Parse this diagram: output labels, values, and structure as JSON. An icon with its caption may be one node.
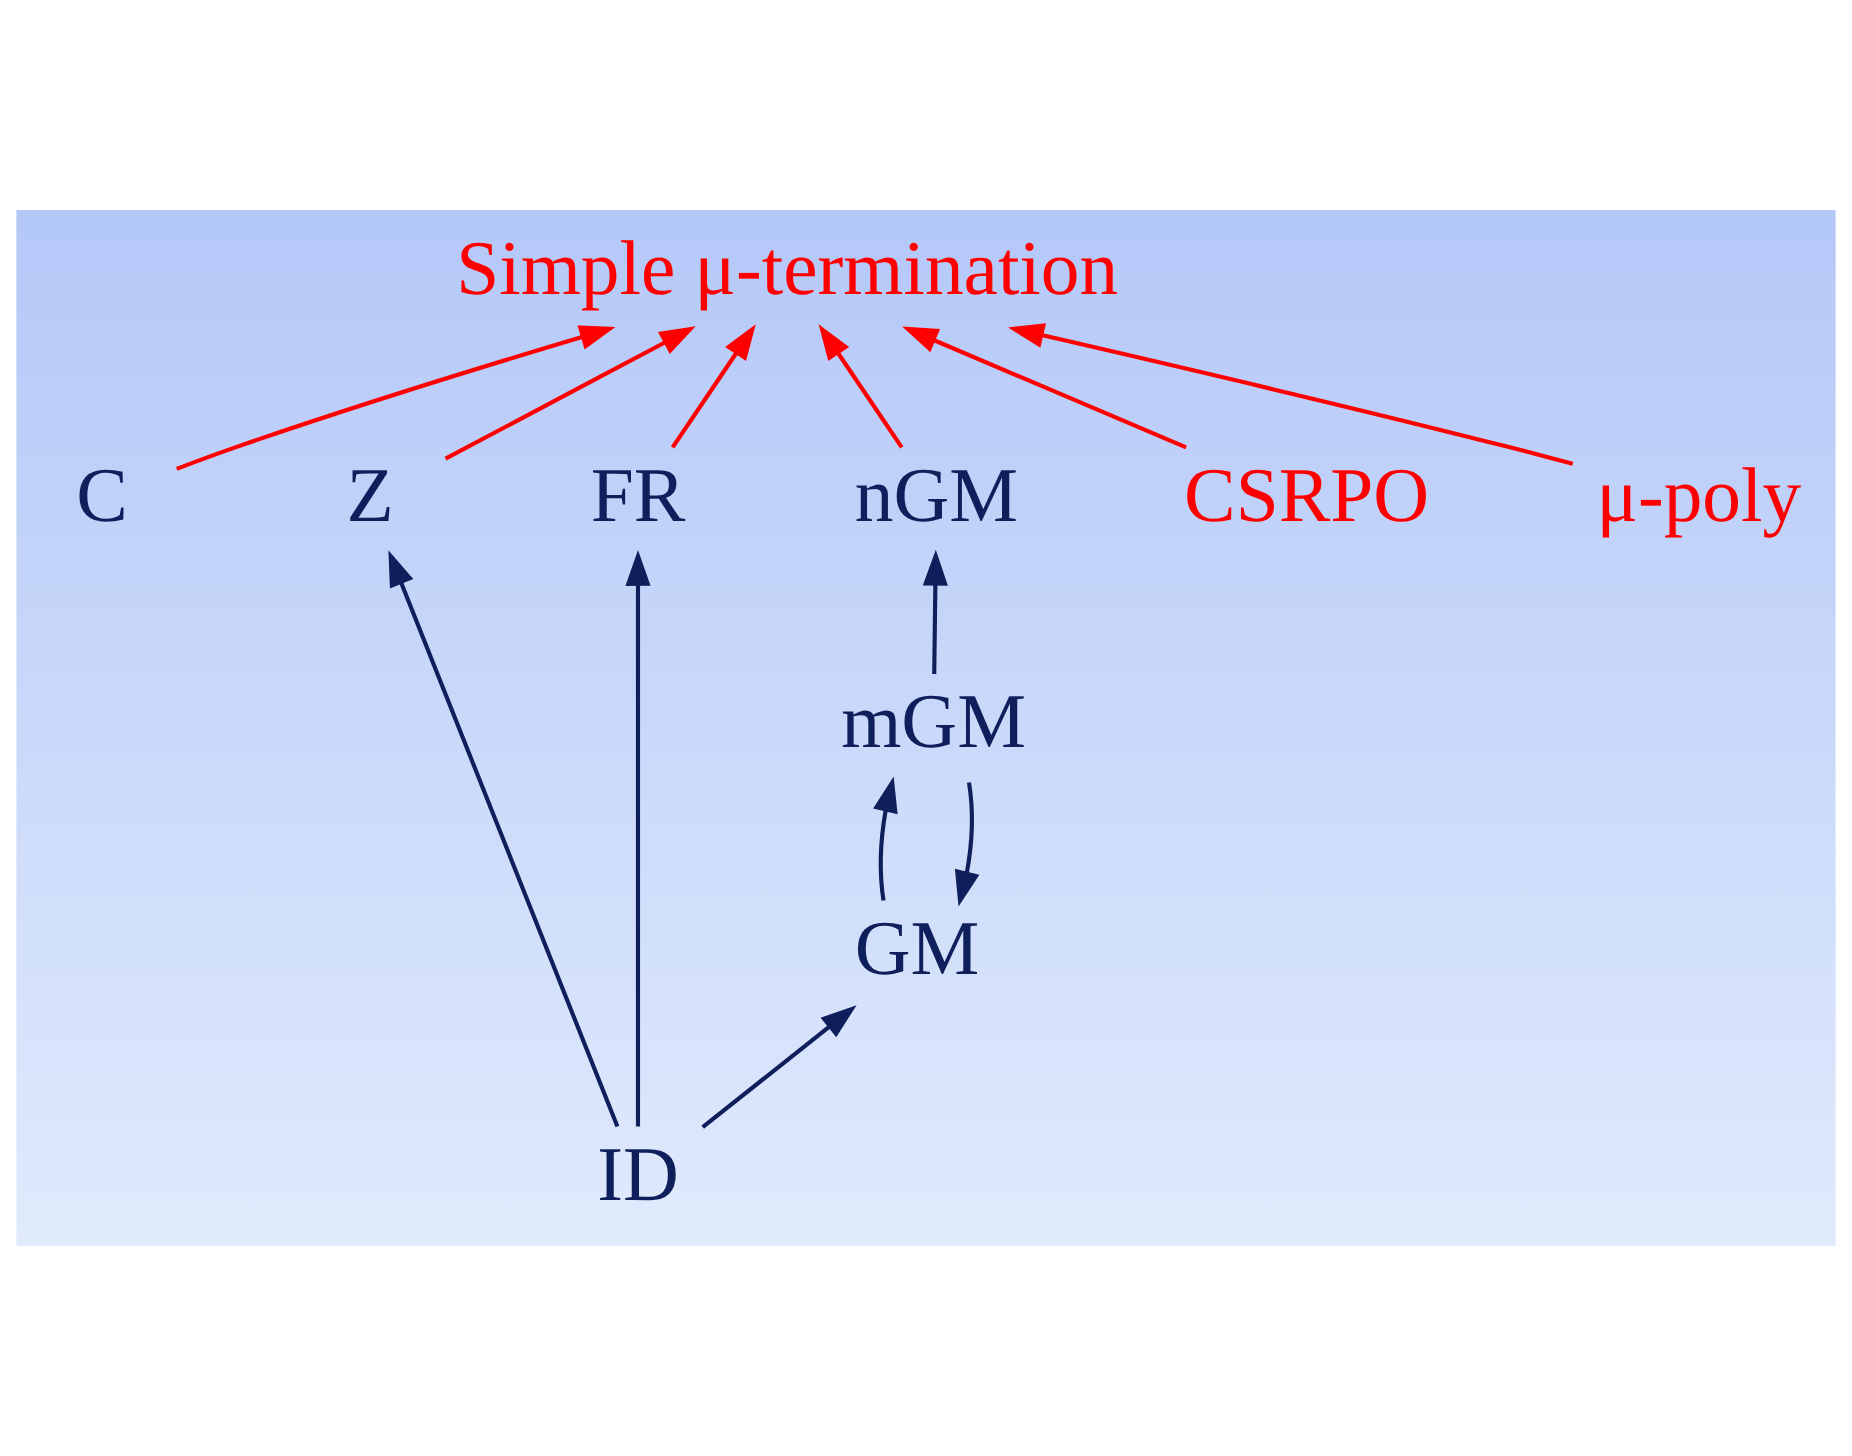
{
  "diagram": {
    "nodes": [
      {
        "text": [
          "Simple μ-termination"
        ]
      },
      {
        "text": [
          "C"
        ]
      },
      {
        "text": [
          "Z"
        ]
      },
      {
        "text": [
          "nGM"
        ]
      },
      {
        "text": [
          "FR"
        ]
      },
      {
        "text": [
          "CSRPO"
        ]
      },
      {
        "text": [
          "μ-poly"
        ]
      },
      {
        "text": [
          "mGM"
        ]
      },
      {
        "text": [
          "GM"
        ]
      },
      {
        "text": [
          "ID"
        ]
      }
    ],
    "edges": [
      {
        "from": 1,
        "to": 0,
        "arrow": "to",
        "color": "#ff0000"
      },
      {
        "from": 2,
        "to": 0,
        "arrow": "to",
        "color": "#ff0000"
      },
      {
        "from": 3,
        "to": 0,
        "arrow": "to",
        "color": "#ff0000"
      },
      {
        "from": 4,
        "to": 0,
        "arrow": "to",
        "color": "#ff0000"
      },
      {
        "from": 5,
        "to": 0,
        "arrow": "to",
        "color": "#ff0000"
      },
      {
        "from": 6,
        "to": 0,
        "arrow": "to",
        "color": "#ff0000"
      },
      {
        "from": 9,
        "to": 2,
        "arrow": "to",
        "color": "#0f1f5c"
      },
      {
        "from": 9,
        "to": 8,
        "arrow": "to",
        "color": "#0f1f5c"
      },
      {
        "from": 9,
        "to": 4,
        "arrow": "to",
        "color": "#0f1f5c"
      },
      {
        "from": 8,
        "to": 7,
        "arrow": "to",
        "color": "#0f1f5c"
      },
      {
        "from": 7,
        "to": 8,
        "arrow": "to",
        "color": "#0f1f5c"
      },
      {
        "from": 7,
        "to": 3,
        "arrow": "to",
        "color": "#0f1f5c"
      }
    ]
  }
}
